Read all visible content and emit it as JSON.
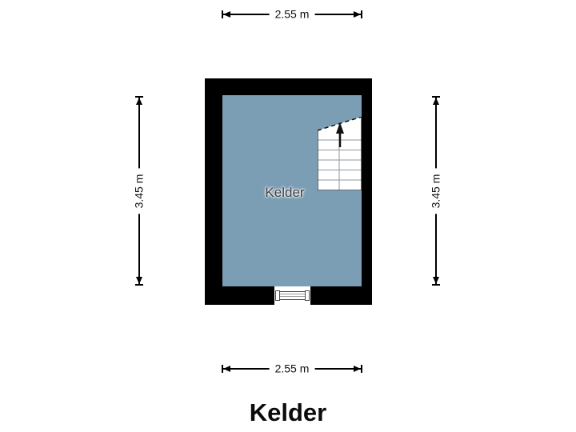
{
  "page": {
    "title": "Kelder"
  },
  "floorplan": {
    "room": {
      "label": "Kelder"
    },
    "stairs": {
      "icon": "arrow-up-icon",
      "direction": "up"
    },
    "dimensions": {
      "width_top": "2.55 m",
      "width_bottom": "2.55 m",
      "height_left": "3.45 m",
      "height_right": "3.45 m"
    },
    "colors": {
      "wall": "#000000",
      "floor": "#7c9eb4",
      "stair_fill": "#ffffff",
      "stair_tread": "#8f979e",
      "stair_outline": "#343a40",
      "dimension": "#000000",
      "room_label_text": "#3b3e42",
      "title_text": "#0b0b0b",
      "background": "#ffffff"
    }
  }
}
